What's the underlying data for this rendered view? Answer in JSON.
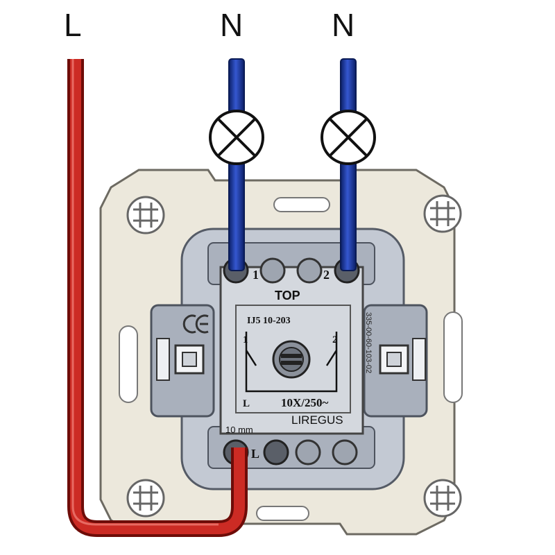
{
  "wires": {
    "line_label": "L",
    "neutral_label_1": "N",
    "neutral_label_2": "N"
  },
  "module": {
    "orientation_label": "TOP",
    "model_code": "IJ5 10-203",
    "rating": "10X/250~",
    "brand": "LIREGUS",
    "strip_length": "10 mm",
    "terminal_1": "1",
    "terminal_2": "2",
    "terminal_L": "L",
    "schematic_1": "1",
    "schematic_2": "2",
    "schematic_L": "L",
    "side_code": "335-00-60-103-02"
  },
  "colors": {
    "line_wire": "#c0211c",
    "neutral_wire": "#1f3fb0",
    "plate": "#ece8dc",
    "module": "#b9bfc9",
    "center": "#d4d8de"
  }
}
